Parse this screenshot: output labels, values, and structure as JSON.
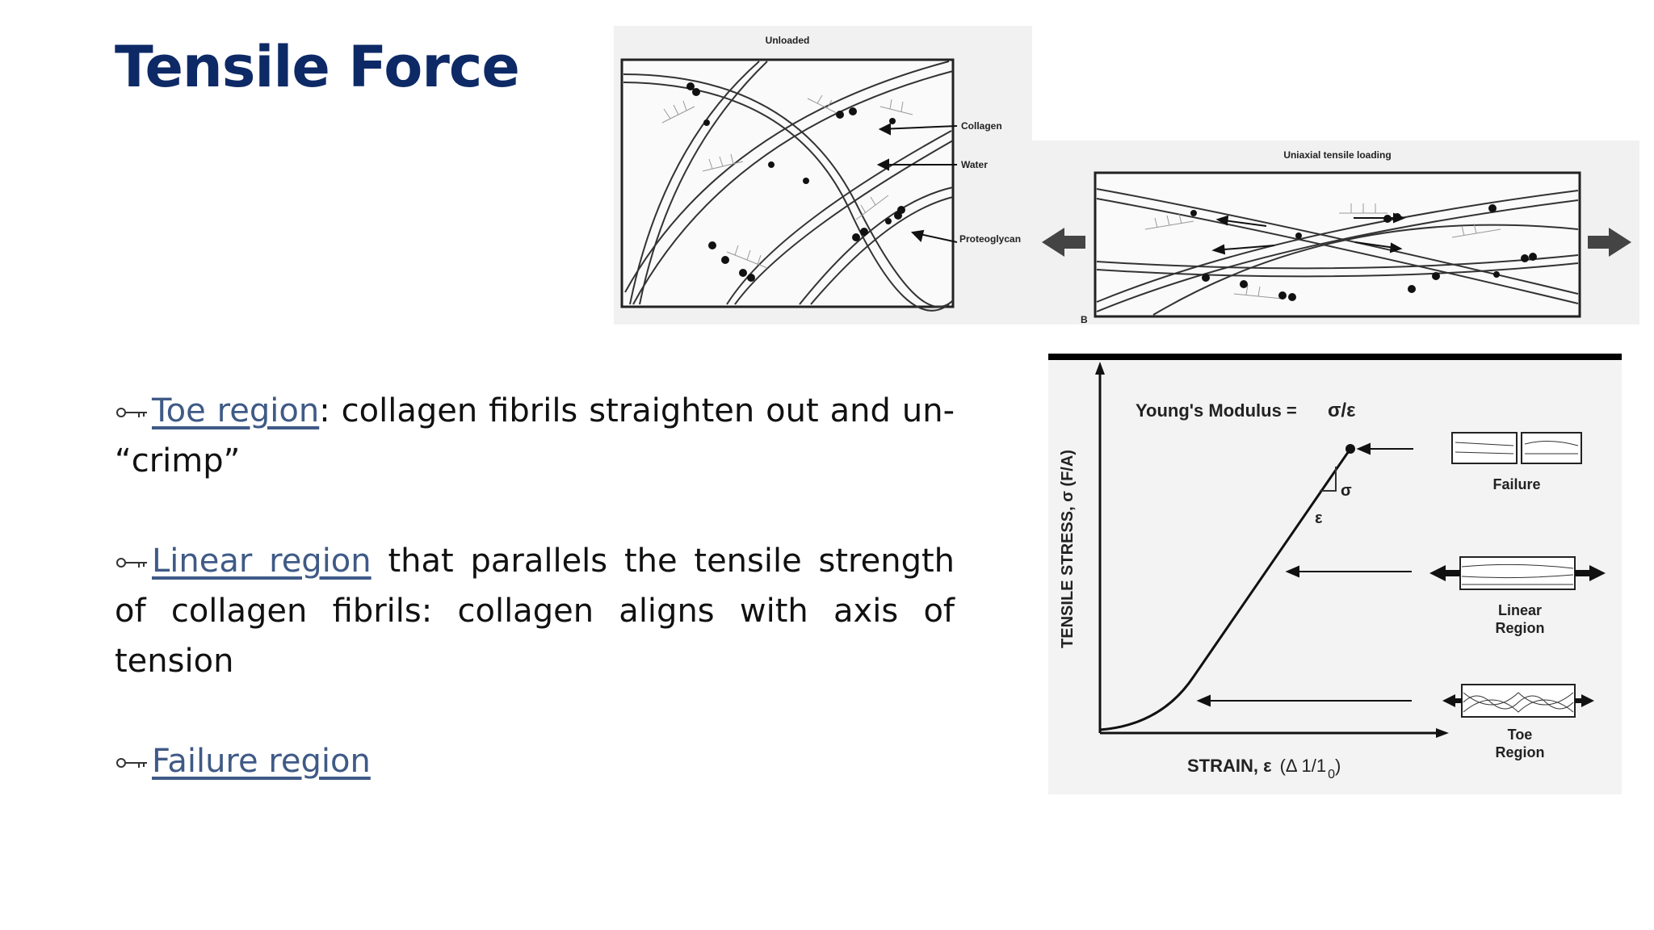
{
  "slide": {
    "title": "Tensile Force"
  },
  "bullets": [
    {
      "term": "Toe region",
      "text": ": collagen fibrils straighten out and un- “crimp”"
    },
    {
      "term": "Linear region",
      "text": " that parallels the tensile strength of collagen fibrils: collagen aligns with axis of tension"
    },
    {
      "term": "Failure region",
      "text": ""
    }
  ],
  "figure_unloaded": {
    "title": "Unloaded",
    "labels": {
      "collagen": "Collagen",
      "water": "Water",
      "proteoglycan": "Proteoglycan"
    }
  },
  "figure_loaded": {
    "title": "Uniaxial tensile loading",
    "panel_letter": "B"
  },
  "stress_strain": {
    "formula_label": "Young's Modulus =",
    "formula_value": "σ/ε",
    "ylabel": "TENSILE STRESS, σ (F/A)",
    "xlabel_prefix": "STRAIN, ε",
    "xlabel_formula": "(Δ 1/1",
    "xlabel_sub": "0",
    "xlabel_close": ")",
    "sigma": "σ",
    "epsilon": "ε",
    "failure_label": "Failure",
    "linear_label_1": "Linear",
    "linear_label_2": "Region",
    "toe_label_1": "Toe",
    "toe_label_2": "Region"
  }
}
